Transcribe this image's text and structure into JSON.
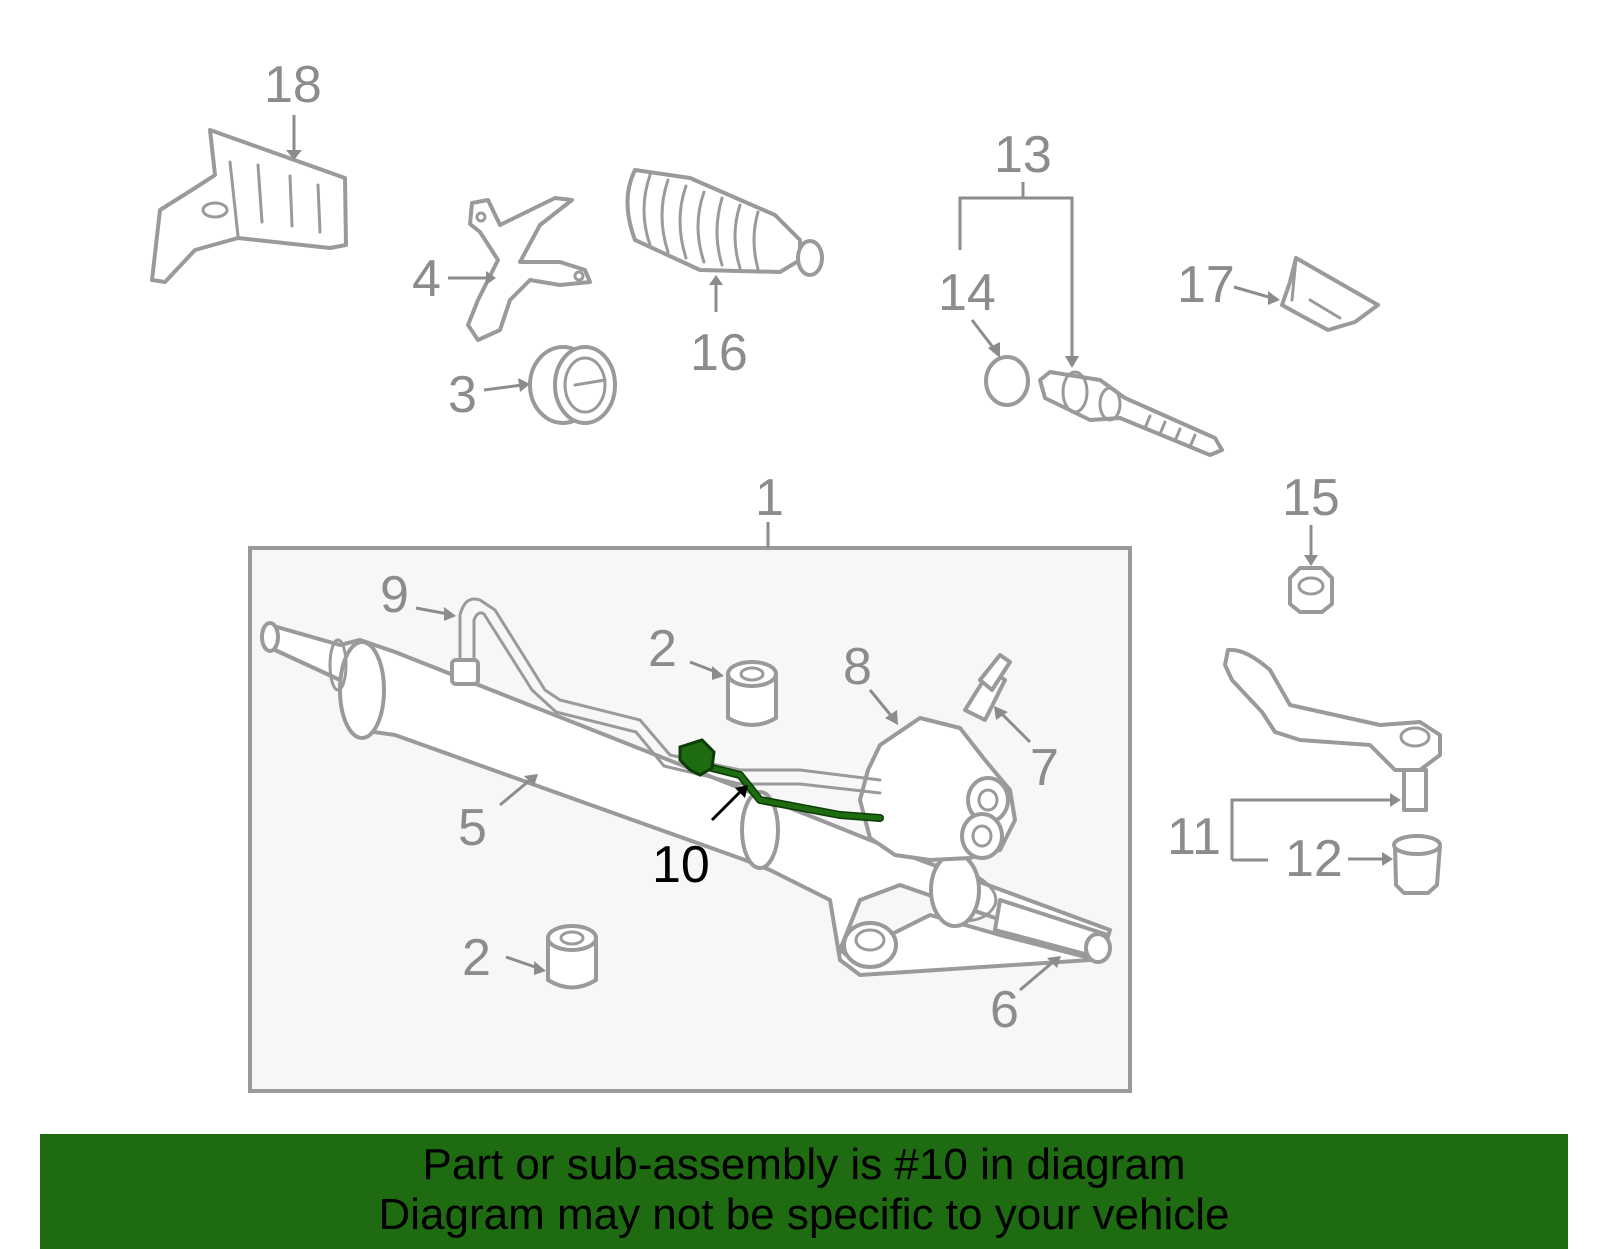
{
  "callouts": {
    "c1": "1",
    "c2a": "2",
    "c2b": "2",
    "c3": "3",
    "c4": "4",
    "c5": "5",
    "c6": "6",
    "c7": "7",
    "c8": "8",
    "c9": "9",
    "c10": "10",
    "c11": "11",
    "c12": "12",
    "c13": "13",
    "c14": "14",
    "c15": "15",
    "c16": "16",
    "c17": "17",
    "c18": "18"
  },
  "highlight_part": "10",
  "footer": {
    "line1": "Part or sub-assembly is #10 in diagram",
    "line2": "Diagram may not be specific to your vehicle"
  },
  "colors": {
    "highlight": "#1f6b12",
    "footer_bg": "#1f6b12",
    "parts_gray": "#9a9a9a",
    "box_bg": "#f7f7f7"
  }
}
